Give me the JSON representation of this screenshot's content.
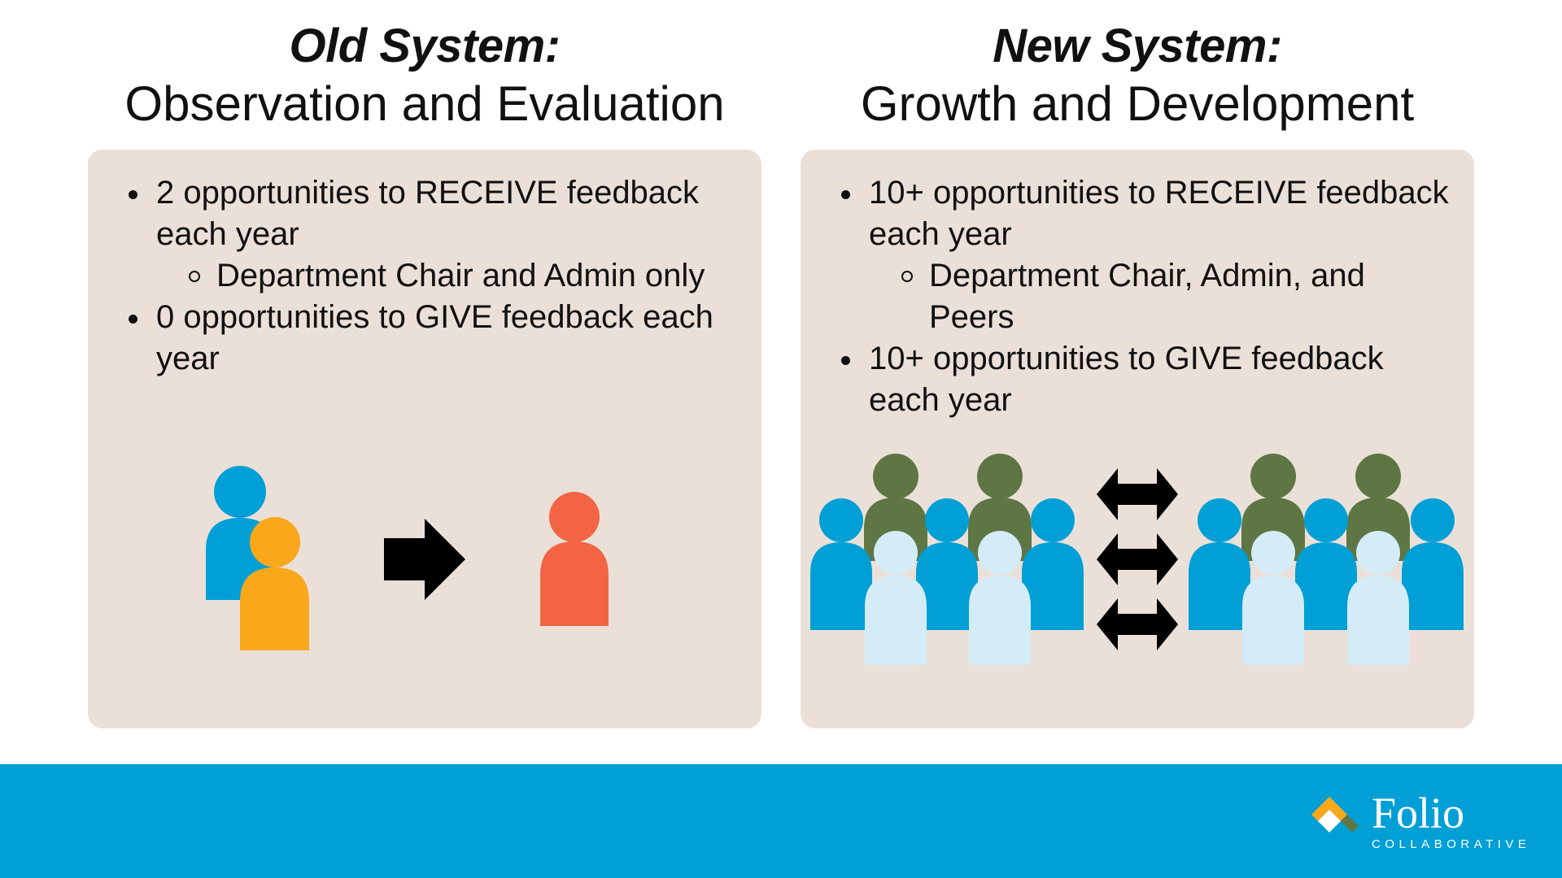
{
  "old_system": {
    "kicker": "Old System:",
    "subtitle": "Observation and Evaluation",
    "bullets": [
      "2 opportunities to RECEIVE feedback each year",
      "Department Chair and Admin only",
      "0 opportunities to GIVE feedback each year"
    ]
  },
  "new_system": {
    "kicker": "New System:",
    "subtitle": "Growth and Development",
    "bullets": [
      "10+ opportunities to RECEIVE feedback each year",
      "Department Chair, Admin, and Peers",
      "10+ opportunities to GIVE feedback each year"
    ]
  },
  "logo": {
    "word": "Folio",
    "tagline": "COLLABORATIVE"
  },
  "colors": {
    "panel": "#ebe0d8",
    "blue": "#009fd6",
    "orange": "#f9a81c",
    "red": "#f26444",
    "olive": "#5d7644",
    "light_blue": "#d4ecf8",
    "arrow": "#000000",
    "footer": "#009fd6"
  },
  "icons": {
    "old_givers": [
      "person-blue-icon",
      "person-orange-icon"
    ],
    "old_arrow": "right-arrow-icon",
    "old_receiver": "person-red-icon",
    "new_exchange": "double-arrow-icon",
    "new_group": "people-group-icon",
    "logo": "folio-diamond-icon"
  }
}
